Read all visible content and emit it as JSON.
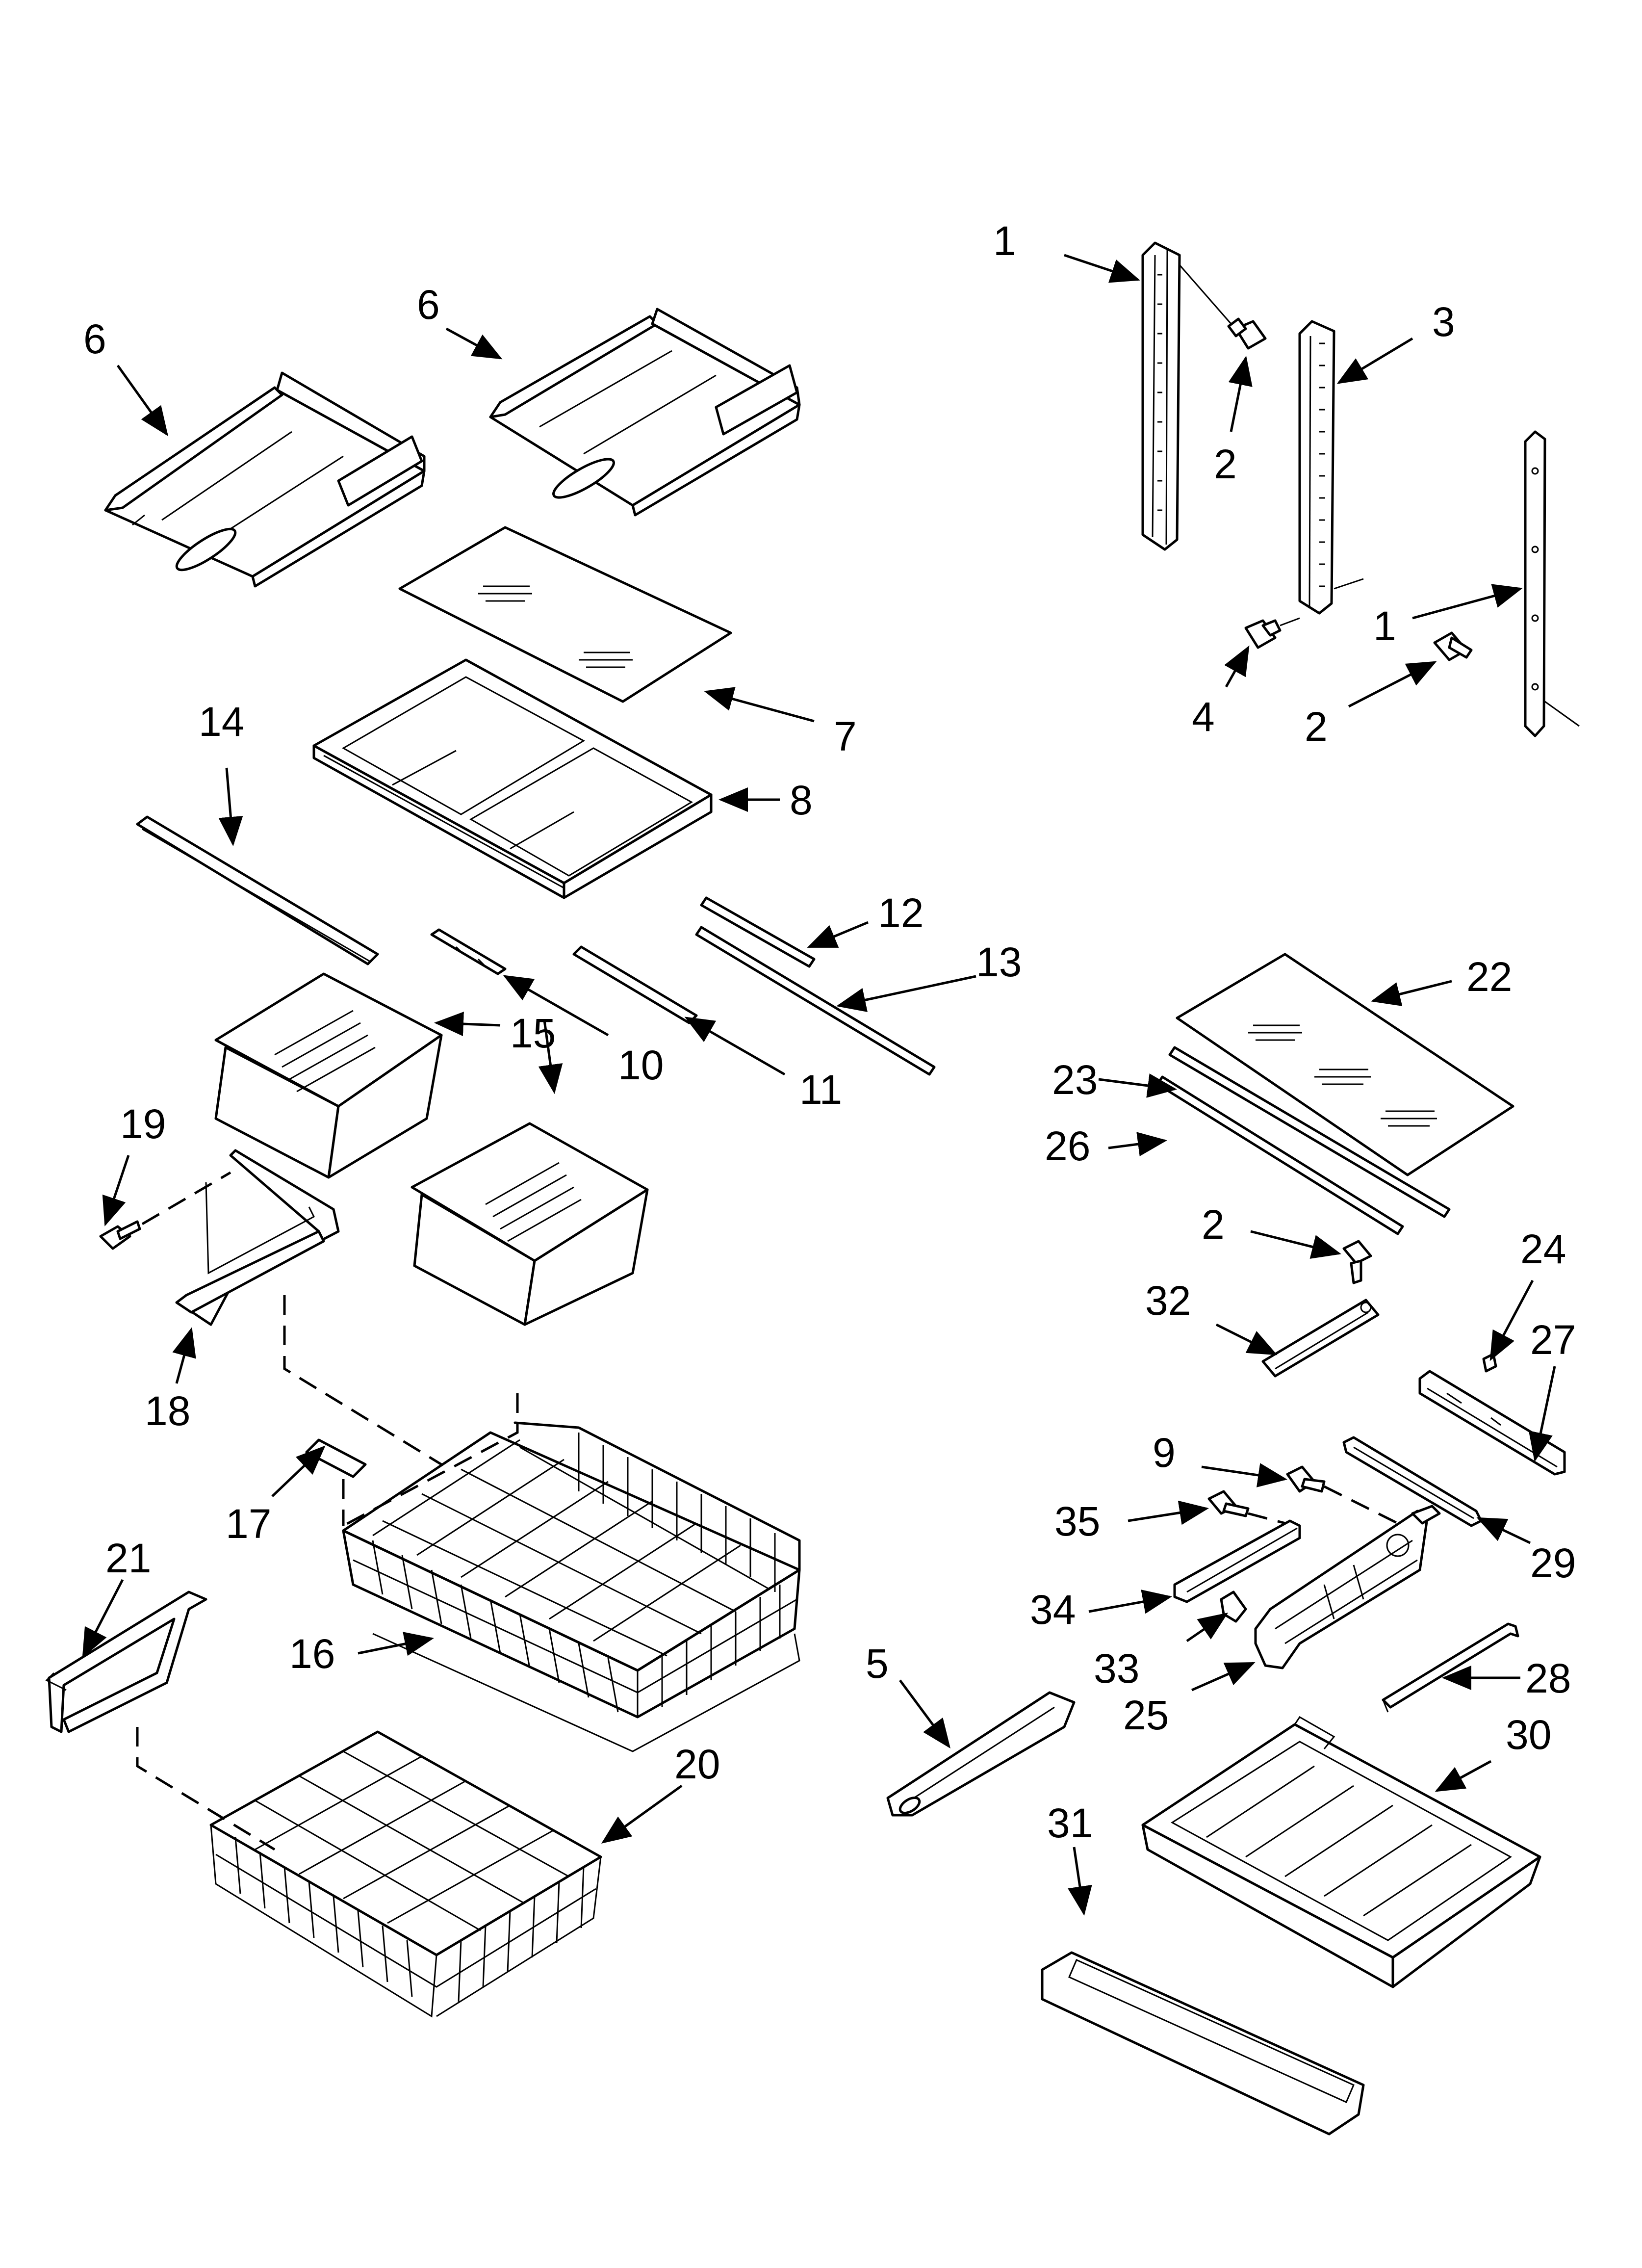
{
  "diagram": {
    "title": "",
    "callouts": [
      {
        "id": "c1a",
        "label": "1"
      },
      {
        "id": "c2a",
        "label": "2"
      },
      {
        "id": "c3",
        "label": "3"
      },
      {
        "id": "c1b",
        "label": "1"
      },
      {
        "id": "c4",
        "label": "4"
      },
      {
        "id": "c2b",
        "label": "2"
      },
      {
        "id": "c6a",
        "label": "6"
      },
      {
        "id": "c6b",
        "label": "6"
      },
      {
        "id": "c7",
        "label": "7"
      },
      {
        "id": "c8",
        "label": "8"
      },
      {
        "id": "c14",
        "label": "14"
      },
      {
        "id": "c12",
        "label": "12"
      },
      {
        "id": "c13",
        "label": "13"
      },
      {
        "id": "c15",
        "label": "15"
      },
      {
        "id": "c10",
        "label": "10"
      },
      {
        "id": "c11",
        "label": "11"
      },
      {
        "id": "c19",
        "label": "19"
      },
      {
        "id": "c18",
        "label": "18"
      },
      {
        "id": "c17",
        "label": "17"
      },
      {
        "id": "c16",
        "label": "16"
      },
      {
        "id": "c21",
        "label": "21"
      },
      {
        "id": "c20",
        "label": "20"
      },
      {
        "id": "c22",
        "label": "22"
      },
      {
        "id": "c23",
        "label": "23"
      },
      {
        "id": "c26",
        "label": "26"
      },
      {
        "id": "c2c",
        "label": "2"
      },
      {
        "id": "c24",
        "label": "24"
      },
      {
        "id": "c32",
        "label": "32"
      },
      {
        "id": "c27",
        "label": "27"
      },
      {
        "id": "c9",
        "label": "9"
      },
      {
        "id": "c35",
        "label": "35"
      },
      {
        "id": "c29",
        "label": "29"
      },
      {
        "id": "c34",
        "label": "34"
      },
      {
        "id": "c33",
        "label": "33"
      },
      {
        "id": "c25",
        "label": "25"
      },
      {
        "id": "c28",
        "label": "28"
      },
      {
        "id": "c5",
        "label": "5"
      },
      {
        "id": "c30",
        "label": "30"
      },
      {
        "id": "c31",
        "label": "31"
      }
    ]
  }
}
